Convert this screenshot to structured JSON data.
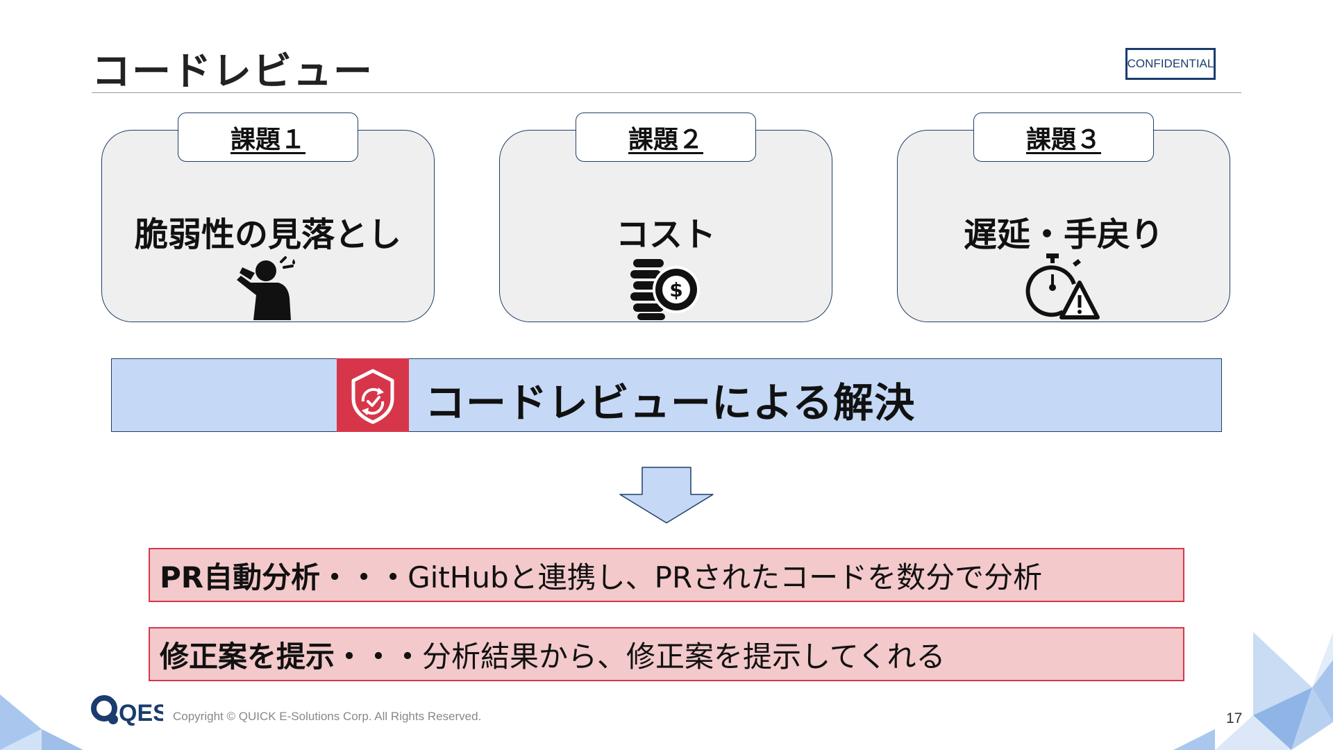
{
  "slide": {
    "title": "コードレビュー",
    "confidential_label": "CONFIDENTIAL",
    "page_number": "17"
  },
  "issues": [
    {
      "tab": "課題１",
      "title": "脆弱性の見落とし",
      "icon": "worried-person-icon"
    },
    {
      "tab": "課題２",
      "title": "コスト",
      "icon": "coins-dollar-icon"
    },
    {
      "tab": "課題３",
      "title": "遅延・手戻り",
      "icon": "stopwatch-warning-icon"
    }
  ],
  "solution": {
    "label": "コードレビューによる解決",
    "icon": "shield-refresh-check-icon",
    "icon_color": "#d7364a",
    "background_color": "#c5d9f6"
  },
  "features": [
    {
      "heading": "PR自動分析・・・",
      "description": "GitHubと連携し、PRされたコードを数分で分析"
    },
    {
      "heading": "修正案を提示・・・",
      "description": "分析結果から、修正案を提示してくれる"
    }
  ],
  "footer": {
    "logo_text": "QES",
    "copyright": "Copyright © QUICK E-Solutions Corp. All Rights Reserved."
  },
  "colors": {
    "accent_navy": "#1f3d66",
    "accent_red": "#d7364a",
    "feature_bg": "#f3c9cb",
    "card_bg": "#efefef"
  }
}
